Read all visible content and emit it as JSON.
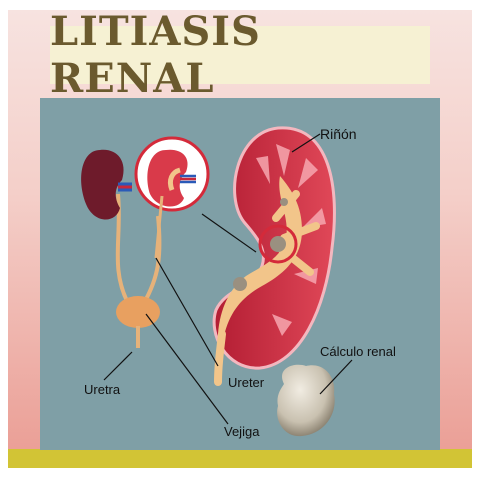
{
  "title": "LITIASIS RENAL",
  "labels": {
    "rinon": "Riñón",
    "calculo": "Cálculo renal",
    "uretra": "Uretra",
    "ureter": "Ureter",
    "vejiga": "Vejiga"
  },
  "colors": {
    "frame_top": "#f7e3e0",
    "frame_bottom": "#ea9c93",
    "band": "#d2c435",
    "title_bg": "#f6f1d3",
    "title_text": "#6b5a2e",
    "panel": "#7f9fa6",
    "kidney_red": "#d93a4a",
    "kidney_dark": "#7a1a2a",
    "pelvis": "#f2c58a",
    "bladder": "#e8a060",
    "stone": "#cfc8b8"
  }
}
